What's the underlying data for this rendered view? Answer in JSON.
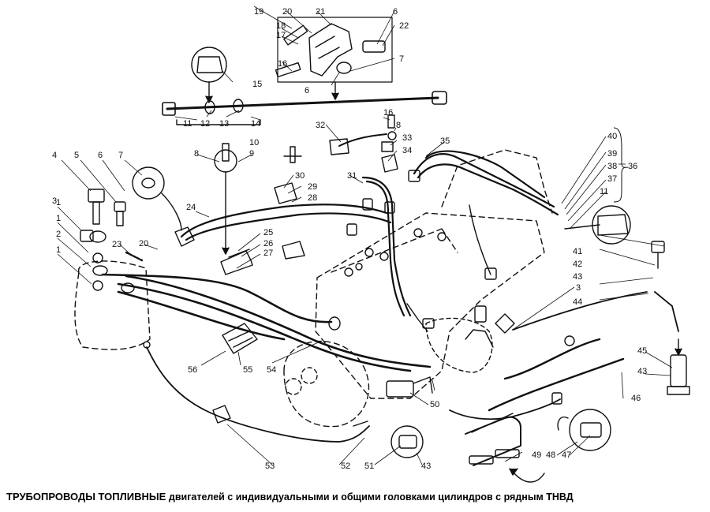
{
  "caption": {
    "title": "ТРУБОПРОВОДЫ ТОПЛИВНЫЕ",
    "subtitle": "двигателей с индивидуальными и общими головками цилиндров с рядным ТНВД"
  },
  "callouts": [
    "1",
    "1",
    "1",
    "2",
    "3",
    "3",
    "4",
    "5",
    "6",
    "6",
    "6",
    "7",
    "7",
    "8",
    "8",
    "9",
    "10",
    "11",
    "11",
    "12",
    "13",
    "14",
    "15",
    "16",
    "16",
    "17",
    "18",
    "19",
    "20",
    "20",
    "21",
    "22",
    "23",
    "24",
    "25",
    "26",
    "27",
    "28",
    "29",
    "30",
    "31",
    "32",
    "33",
    "34",
    "35",
    "36",
    "37",
    "38",
    "39",
    "40",
    "41",
    "42",
    "43",
    "43",
    "43",
    "44",
    "45",
    "46",
    "47",
    "48",
    "49",
    "50",
    "51",
    "52",
    "53",
    "54",
    "55",
    "56"
  ]
}
